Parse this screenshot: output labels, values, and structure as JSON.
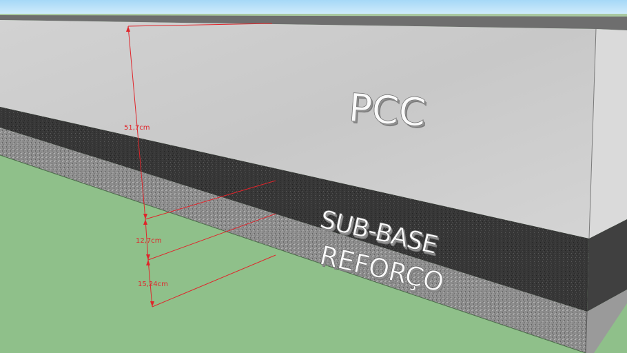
{
  "scene": {
    "type": "3D pavement layer cross-section model",
    "colors": {
      "sky_top": "#a6d8f7",
      "sky_bottom": "#d6effc",
      "top_face": "#6d6d6d",
      "concrete": "#cdcdcd",
      "concrete_side": "#dcdcdc",
      "sub_base": "#3a3a3a",
      "reinforcement": "#8f8f8f",
      "ground": "#8fc08a",
      "dimension_line": "#e0242a"
    }
  },
  "layers": [
    {
      "id": "pcc",
      "label": "PCC",
      "thickness": "51,7cm"
    },
    {
      "id": "sub_base",
      "label": "SUB-BASE",
      "thickness": "12,7cm"
    },
    {
      "id": "reforco",
      "label": "REFORÇO",
      "thickness": "15,24cm"
    }
  ],
  "dimensions": {
    "pcc": "51,7cm",
    "sub_base": "12,7cm",
    "reforco": "15,24cm"
  }
}
